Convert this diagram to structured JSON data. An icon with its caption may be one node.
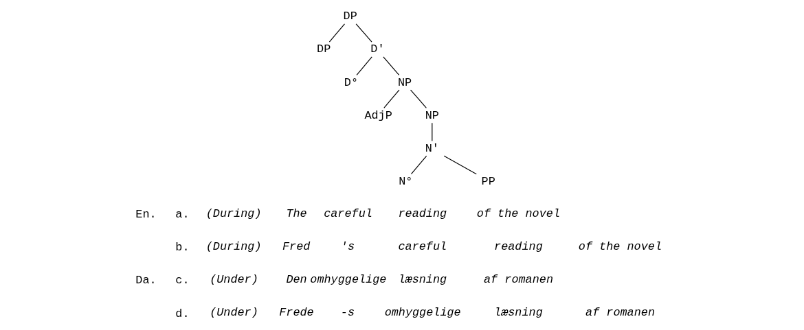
{
  "diagram": {
    "nodes": [
      {
        "text": [
          "DP"
        ]
      },
      {
        "text": [
          "DP"
        ]
      },
      {
        "text": [
          "D'"
        ]
      },
      {
        "text": [
          "D°"
        ]
      },
      {
        "text": [
          "NP"
        ]
      },
      {
        "text": [
          "AdjP"
        ]
      },
      {
        "text": [
          "NP"
        ]
      },
      {
        "text": [
          "N'"
        ]
      },
      {
        "text": [
          "N°"
        ]
      },
      {
        "text": [
          "PP"
        ]
      }
    ],
    "edges": [
      {
        "from": 0,
        "to": 1,
        "arrow": "none"
      },
      {
        "from": 0,
        "to": 2,
        "arrow": "none"
      },
      {
        "from": 2,
        "to": 3,
        "arrow": "none"
      },
      {
        "from": 2,
        "to": 4,
        "arrow": "none"
      },
      {
        "from": 4,
        "to": 5,
        "arrow": "none"
      },
      {
        "from": 4,
        "to": 6,
        "arrow": "none"
      },
      {
        "from": 6,
        "to": 7,
        "arrow": "none"
      },
      {
        "from": 7,
        "to": 8,
        "arrow": "none"
      },
      {
        "from": 7,
        "to": 9,
        "arrow": "none"
      }
    ],
    "labels": [
      "En.",
      "a.",
      "(During)",
      "The",
      "careful",
      "reading",
      "of the novel",
      "b.",
      "(During)",
      "Fred",
      "'s",
      "careful",
      "reading",
      "of the novel",
      "Da.",
      "c.",
      "(Under)",
      "Den",
      "omhyggelige",
      "læsning",
      "af romanen",
      "d.",
      "(Under)",
      "Frede",
      "-s",
      "omhyggelige",
      "læsning",
      "af romanen"
    ]
  }
}
